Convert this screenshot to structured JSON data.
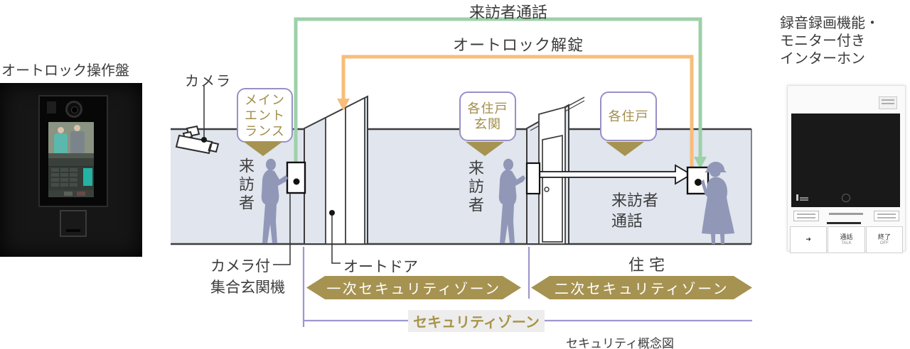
{
  "palette": {
    "gold_banner": "#a69351",
    "gold_text": "#a28e4a",
    "flow_green": "#9dd1a8",
    "flow_orange": "#f7bd7a",
    "zone_band": "#e0e5ee",
    "badge_border": "#9890c6",
    "bracket_purple": "#9e97cf",
    "silhouette": "#9197b7"
  },
  "left_device": {
    "label": "オートロック操作盤"
  },
  "right_device": {
    "label_lines": [
      "録音録画機能・",
      "モニター付き",
      "インターホン"
    ],
    "buttons": {
      "unlock_icon": "➜",
      "talk": "通話",
      "talk_sub": "TALK",
      "end": "終了",
      "end_sub": "OFF"
    }
  },
  "flows": {
    "visitor_call": "来訪者通話",
    "autolock_unlock": "オートロック解錠"
  },
  "diagram": {
    "camera": "カメラ",
    "badge_main_entrance": [
      "メイン",
      "エント",
      "ランス"
    ],
    "badge_unit_entrance": [
      "各住戸",
      "玄関"
    ],
    "badge_unit": [
      "各住戸"
    ],
    "visitor_front": "来訪者",
    "visitor_unit": "来訪者",
    "entrance_station": [
      "カメラ付",
      "集合玄関機"
    ],
    "auto_door": "オートドア",
    "indoor_call": [
      "来訪者",
      "通話"
    ],
    "residence": "住宅"
  },
  "zones": {
    "primary": "一次セキュリティゾーン",
    "secondary": "二次セキュリティゾーン",
    "overall": "セキュリティゾーン",
    "caption": "セキュリティ概念図"
  }
}
